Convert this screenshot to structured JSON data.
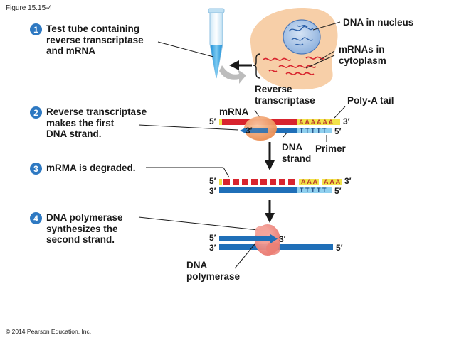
{
  "figure_label": "Figure 15.15-4",
  "copyright": "© 2014 Pearson Education, Inc.",
  "steps": [
    {
      "number": "1",
      "text": [
        "Test tube containing",
        "reverse transcriptase",
        "and mRNA"
      ]
    },
    {
      "number": "2",
      "text": [
        "Reverse transcriptase",
        "makes the first",
        "DNA strand."
      ]
    },
    {
      "number": "3",
      "text": [
        "mRMA is degraded."
      ]
    },
    {
      "number": "4",
      "text": [
        "DNA polymerase",
        "synthesizes the",
        "second strand."
      ]
    }
  ],
  "labels": {
    "dna_in_nucleus": "DNA in nucleus",
    "mrnas_in_cytoplasm": [
      "mRNAs in",
      "cytoplasm"
    ],
    "reverse_transcriptase": [
      "Reverse",
      "transcriptase"
    ],
    "poly_a_tail": "Poly-A tail",
    "mrna": "mRNA",
    "dna_strand": [
      "DNA",
      "strand"
    ],
    "primer": "Primer",
    "dna_polymerase": [
      "DNA",
      "polymerase"
    ]
  },
  "strand_ends": {
    "five_prime": "5′",
    "three_prime": "3′"
  },
  "poly_a_sequence": "A A A A A A",
  "poly_a_split": [
    "A A A",
    "A A A"
  ],
  "poly_t_sequence": "T T T T T",
  "colors": {
    "mrna": "#d8242e",
    "dna": "#1f6fb8",
    "poly_a": "#f2e34a",
    "primer": "#8fd0ef",
    "enzyme": "#f1a37a",
    "polymerase": "#f08a80",
    "cell": "#f7cfa8",
    "nucleus": "#a9c4e6",
    "badge": "#2e79c2"
  }
}
